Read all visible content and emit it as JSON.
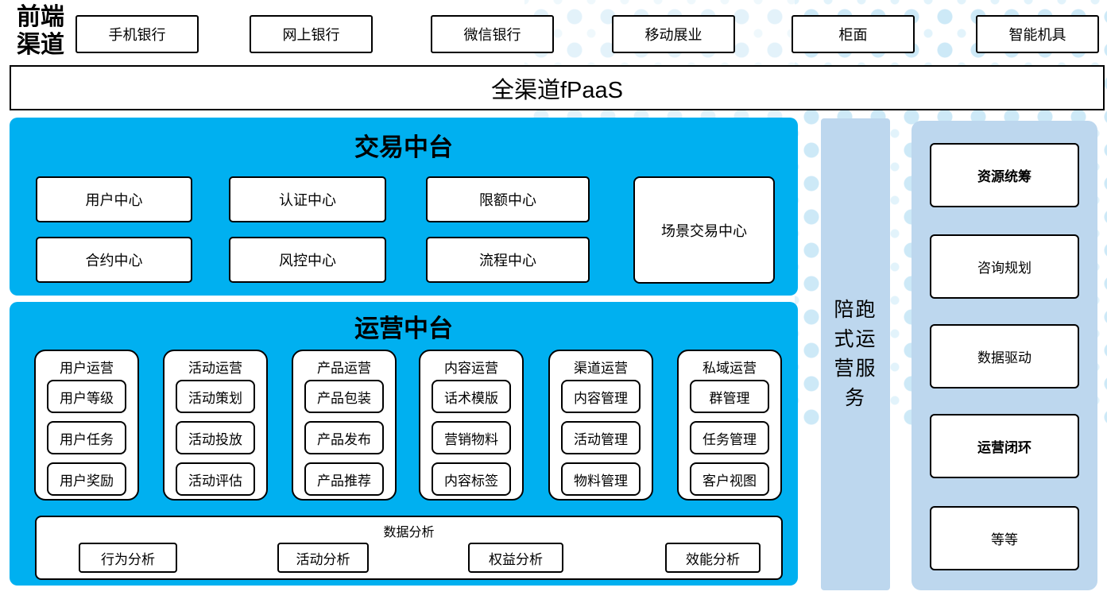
{
  "colors": {
    "panel_blue": "#00B0F0",
    "side_column_blue": "#BDD7EE",
    "dot_blue": "#CDE9F7",
    "dot_blue_light": "#E2F3FB",
    "box_border": "#000000"
  },
  "front_channels": {
    "label_lines": [
      "前端",
      "渠道"
    ],
    "items": [
      "手机银行",
      "网上银行",
      "微信银行",
      "移动展业",
      "柜面",
      "智能机具"
    ]
  },
  "fpaas": {
    "label": "全渠道fPaaS"
  },
  "transaction_platform": {
    "title": "交易中台",
    "centers_row1": [
      "用户中心",
      "认证中心",
      "限额中心"
    ],
    "centers_row2": [
      "合约中心",
      "风控中心",
      "流程中心"
    ],
    "scenario_center": "场景交易中心"
  },
  "operations_platform": {
    "title": "运营中台",
    "groups": [
      {
        "title": "用户运营",
        "items": [
          "用户等级",
          "用户任务",
          "用户奖励"
        ]
      },
      {
        "title": "活动运营",
        "items": [
          "活动策划",
          "活动投放",
          "活动评估"
        ]
      },
      {
        "title": "产品运营",
        "items": [
          "产品包装",
          "产品发布",
          "产品推荐"
        ]
      },
      {
        "title": "内容运营",
        "items": [
          "话术模版",
          "营销物料",
          "内容标签"
        ]
      },
      {
        "title": "渠道运营",
        "items": [
          "内容管理",
          "活动管理",
          "物料管理"
        ]
      },
      {
        "title": "私域运营",
        "items": [
          "群管理",
          "任务管理",
          "客户视图"
        ]
      }
    ],
    "data_analysis": {
      "title": "数据分析",
      "items": [
        "行为分析",
        "活动分析",
        "权益分析",
        "效能分析"
      ]
    }
  },
  "accompany_service": {
    "label": "陪跑式运营服务",
    "lines": [
      "陪跑",
      "式运",
      "营服",
      "务"
    ]
  },
  "service_features": {
    "items": [
      "资源统筹",
      "咨询规划",
      "数据驱动",
      "运营闭环",
      "等等"
    ]
  }
}
